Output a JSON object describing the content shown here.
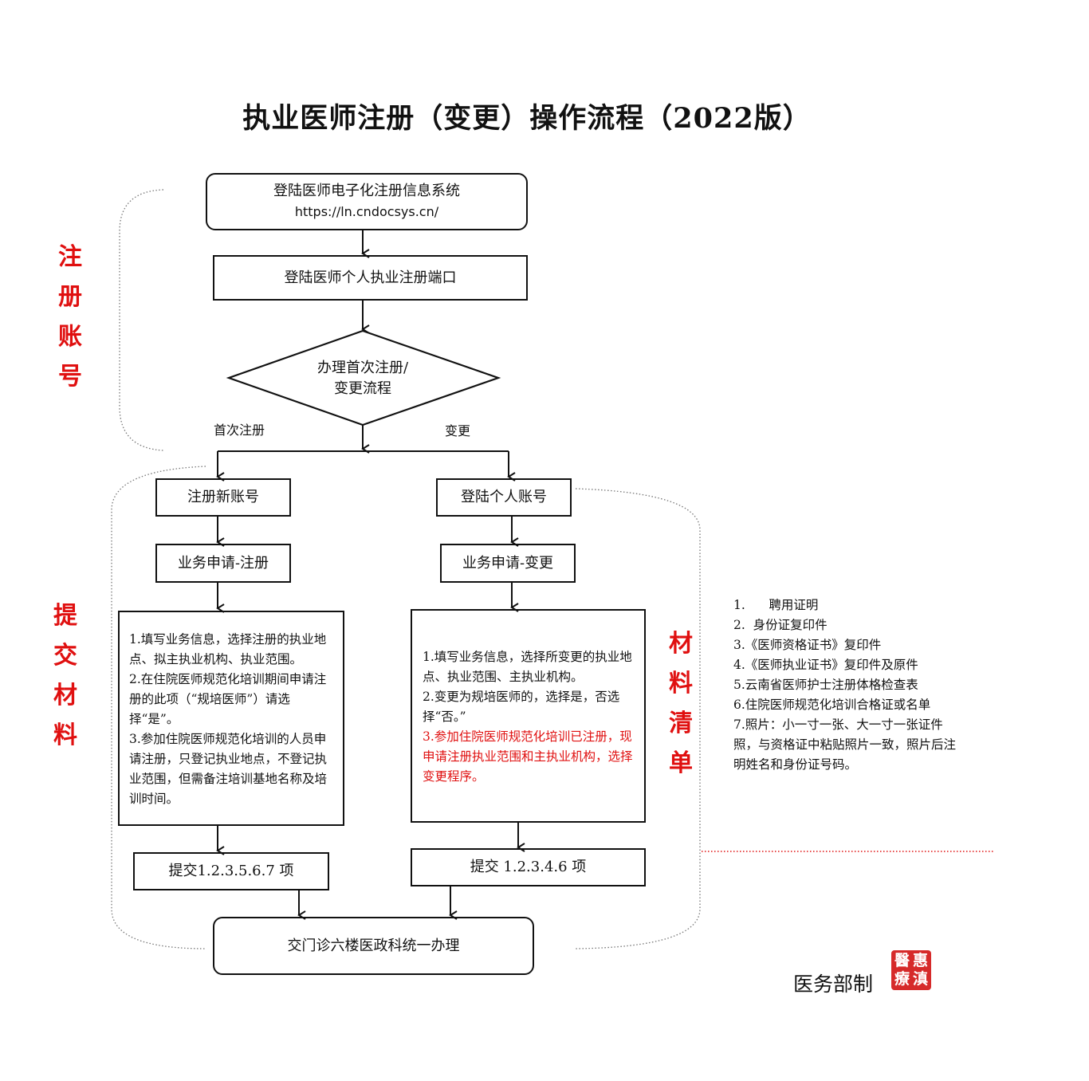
{
  "title": "执业医师注册（变更）操作流程（2022版）",
  "side_labels": {
    "register_account": [
      "注",
      "册",
      "账",
      "号"
    ],
    "submit_materials": [
      "提",
      "交",
      "材",
      "料"
    ],
    "material_list": [
      "材",
      "料",
      "清",
      "单"
    ]
  },
  "flow": {
    "login_system": {
      "line1": "登陆医师电子化注册信息系统",
      "line2": "https://ln.cndocsys.cn/"
    },
    "personal_portal": "登陆医师个人执业注册端口",
    "decision": {
      "line1": "办理首次注册/",
      "line2": "变更流程"
    },
    "branch_first": "首次注册",
    "branch_change": "变更",
    "left": {
      "new_account": "注册新账号",
      "apply": "业务申请-注册",
      "instructions": [
        "1.填写业务信息，选择注册的执业地点、拟主执业机构、执业范围。",
        "2.在住院医师规范化培训期间申请注册的此项（“规培医师”）请选择“是”。",
        "3.参加住院医师规范化培训的人员申请注册，只登记执业地点，不登记执业范围，但需备注培训基地名称及培训时间。"
      ],
      "submit": "提交1.2.3.5.6.7 项"
    },
    "right": {
      "login_account": "登陆个人账号",
      "apply": "业务申请-变更",
      "instructions": [
        "1.填写业务信息，选择所变更的执业地点、执业范围、主执业机构。",
        "2.变更为规培医师的，选择是，否选择“否。”"
      ],
      "instruction_red": "3.参加住院医师规范化培训已注册，现申请注册执业范围和主执业机构，选择变更程序。",
      "submit": "提交 1.2.3.4.6 项"
    },
    "final": "交门诊六楼医政科统一办理"
  },
  "materials": [
    "1.      聘用证明",
    "2.  身份证复印件",
    "3.《医师资格证书》复印件",
    "4.《医师执业证书》复印件及原件",
    "5.云南省医师护士注册体格检查表",
    "6.住院医师规范化培训合格证或名单",
    "7.照片：小一寸一张、大一寸一张证件照，与资格证中粘贴照片一致，照片后注明姓名和身份证号码。"
  ],
  "footer": "医务部制",
  "seal": [
    "醫",
    "惠",
    "療",
    "滇"
  ],
  "colors": {
    "accent_red": "#e01010",
    "seal_red": "#d62a2a"
  }
}
